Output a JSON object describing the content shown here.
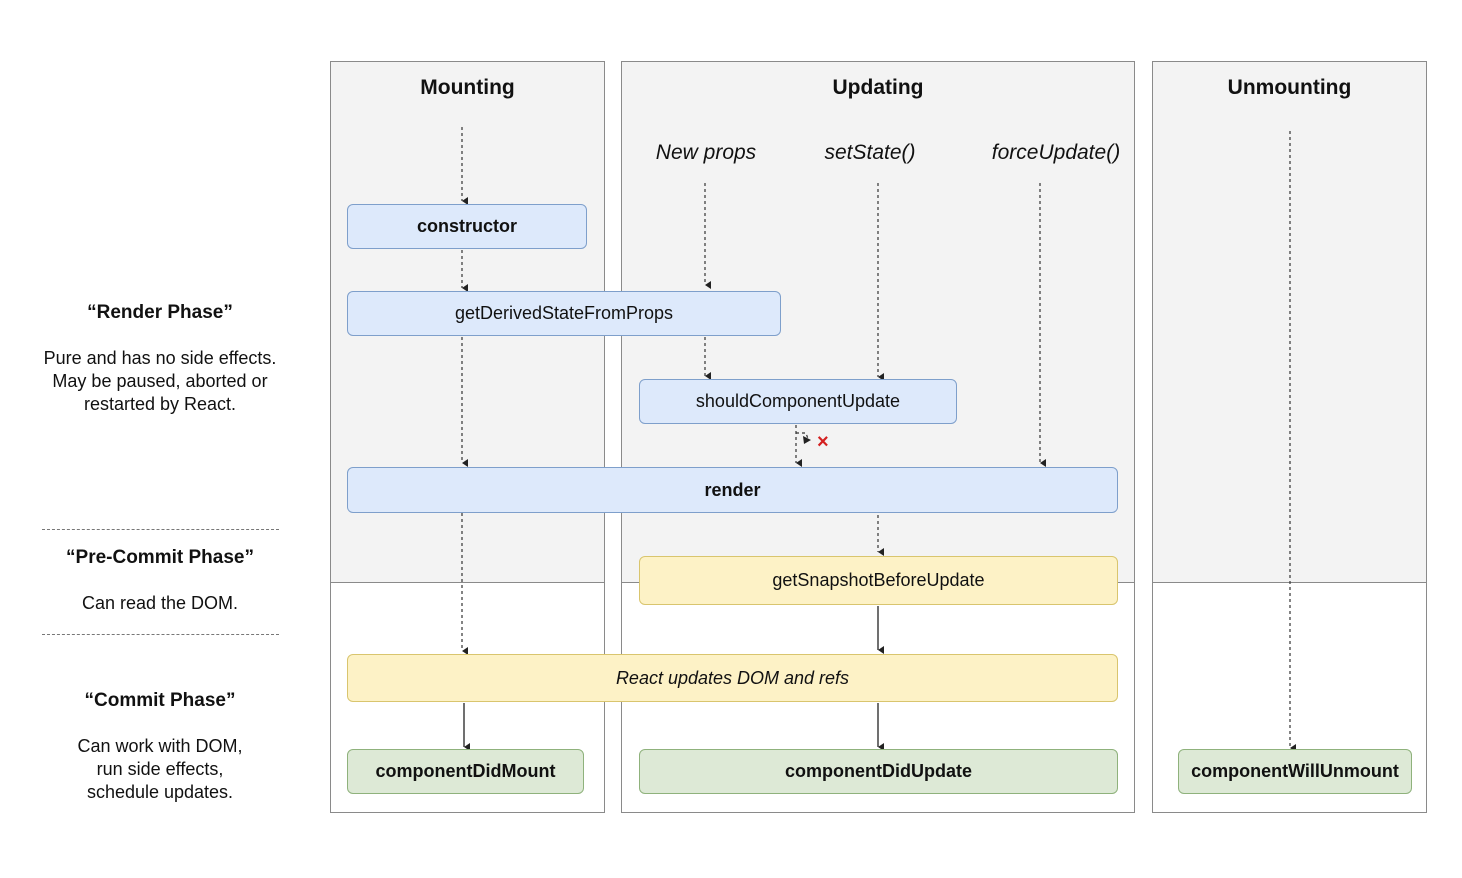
{
  "columns": {
    "mounting": {
      "title": "Mounting"
    },
    "updating": {
      "title": "Updating",
      "triggers": [
        "New props",
        "setState()",
        "forceUpdate()"
      ]
    },
    "unmounting": {
      "title": "Unmounting"
    }
  },
  "phases": [
    {
      "title": "“Render Phase”",
      "description": "Pure and has no side effects.\nMay be paused, aborted or\nrestarted by React."
    },
    {
      "title": "“Pre-Commit Phase”",
      "description": "Can read the DOM."
    },
    {
      "title": "“Commit Phase”",
      "description": "Can work with DOM,\nrun side effects,\nschedule updates."
    }
  ],
  "methods": {
    "constructor": "constructor",
    "get_derived_state_from_props": "getDerivedStateFromProps",
    "should_component_update": "shouldComponentUpdate",
    "render": "render",
    "get_snapshot_before_update": "getSnapshotBeforeUpdate",
    "react_updates_dom": "React updates DOM and refs",
    "component_did_mount": "componentDidMount",
    "component_did_update": "componentDidUpdate",
    "component_will_unmount": "componentWillUnmount"
  },
  "blocked_icon": "×",
  "colors": {
    "render_phase": "#dde9fb",
    "pre_commit_phase": "#fdf2c6",
    "commit_phase": "#dde9d6",
    "blocked": "#d42020"
  }
}
